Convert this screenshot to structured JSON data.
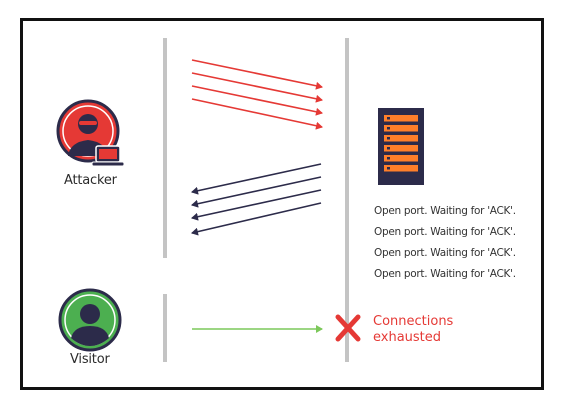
{
  "actors": {
    "attacker_label": "Attacker",
    "visitor_label": "Visitor"
  },
  "server": {
    "status_lines": [
      "Open port. Waiting for 'ACK'.",
      "Open port. Waiting for 'ACK'.",
      "Open port. Waiting for 'ACK'.",
      "Open port. Waiting for 'ACK'."
    ]
  },
  "result": {
    "line1": "Connections",
    "line2": "exhausted"
  },
  "colors": {
    "attack_arrow": "#e53935",
    "response_arrow": "#2c2b4a",
    "visitor_arrow": "#7cc85a",
    "attacker_circle": "#e53935",
    "visitor_circle": "#4caf50",
    "server": "#2c2b4a",
    "server_slot": "#ff7f2a",
    "divider": "#c4c4c4",
    "error": "#e53935"
  },
  "icons": {
    "attacker": "hacker-with-laptop-icon",
    "visitor": "user-icon",
    "server": "server-rack-icon",
    "failure": "red-x-icon"
  }
}
